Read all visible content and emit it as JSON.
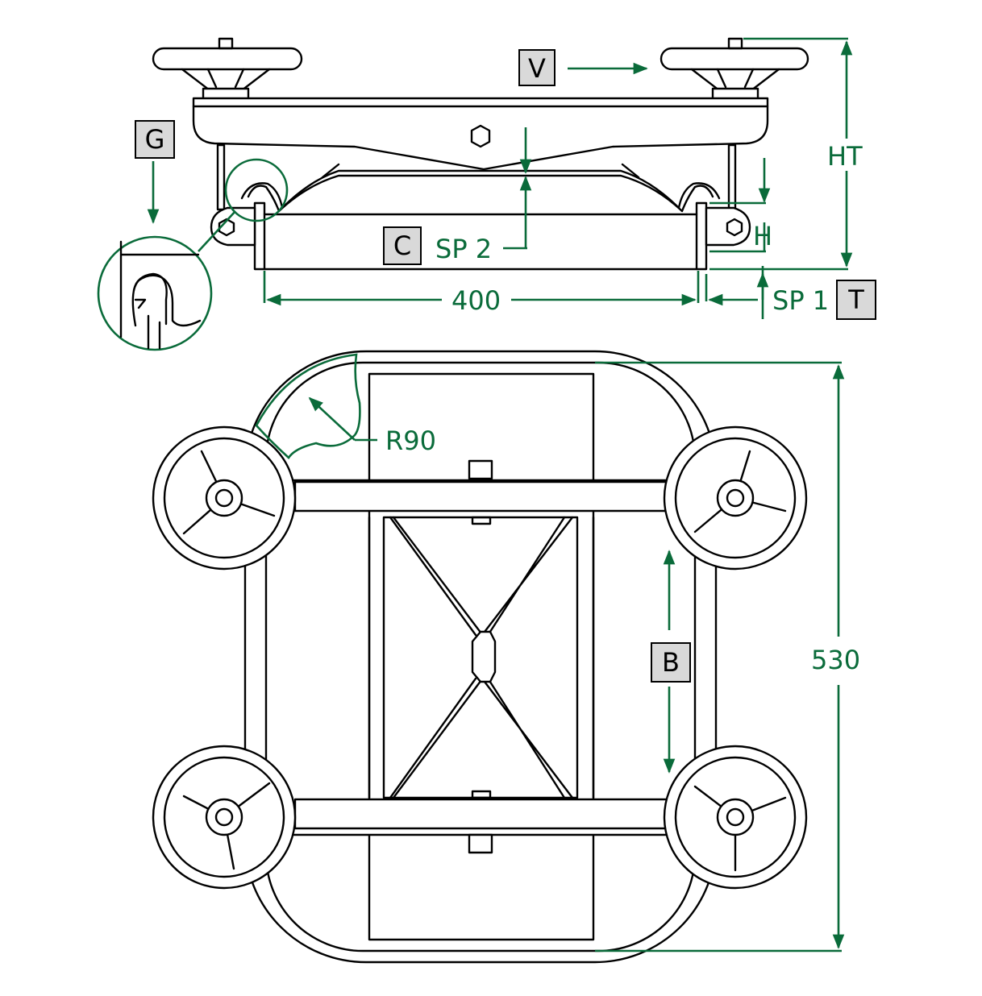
{
  "labels": {
    "v": "V",
    "g": "G",
    "c": "C",
    "t": "T",
    "b": "B"
  },
  "dimensions": {
    "ht": "HT",
    "h": "H",
    "sp2": "SP 2",
    "sp1": "SP 1",
    "width": "400",
    "length": "530",
    "radius": "R90"
  },
  "colors": {
    "dimension": "#0a6b3a",
    "outline": "#000000",
    "label_box": "#d9d9d9"
  }
}
